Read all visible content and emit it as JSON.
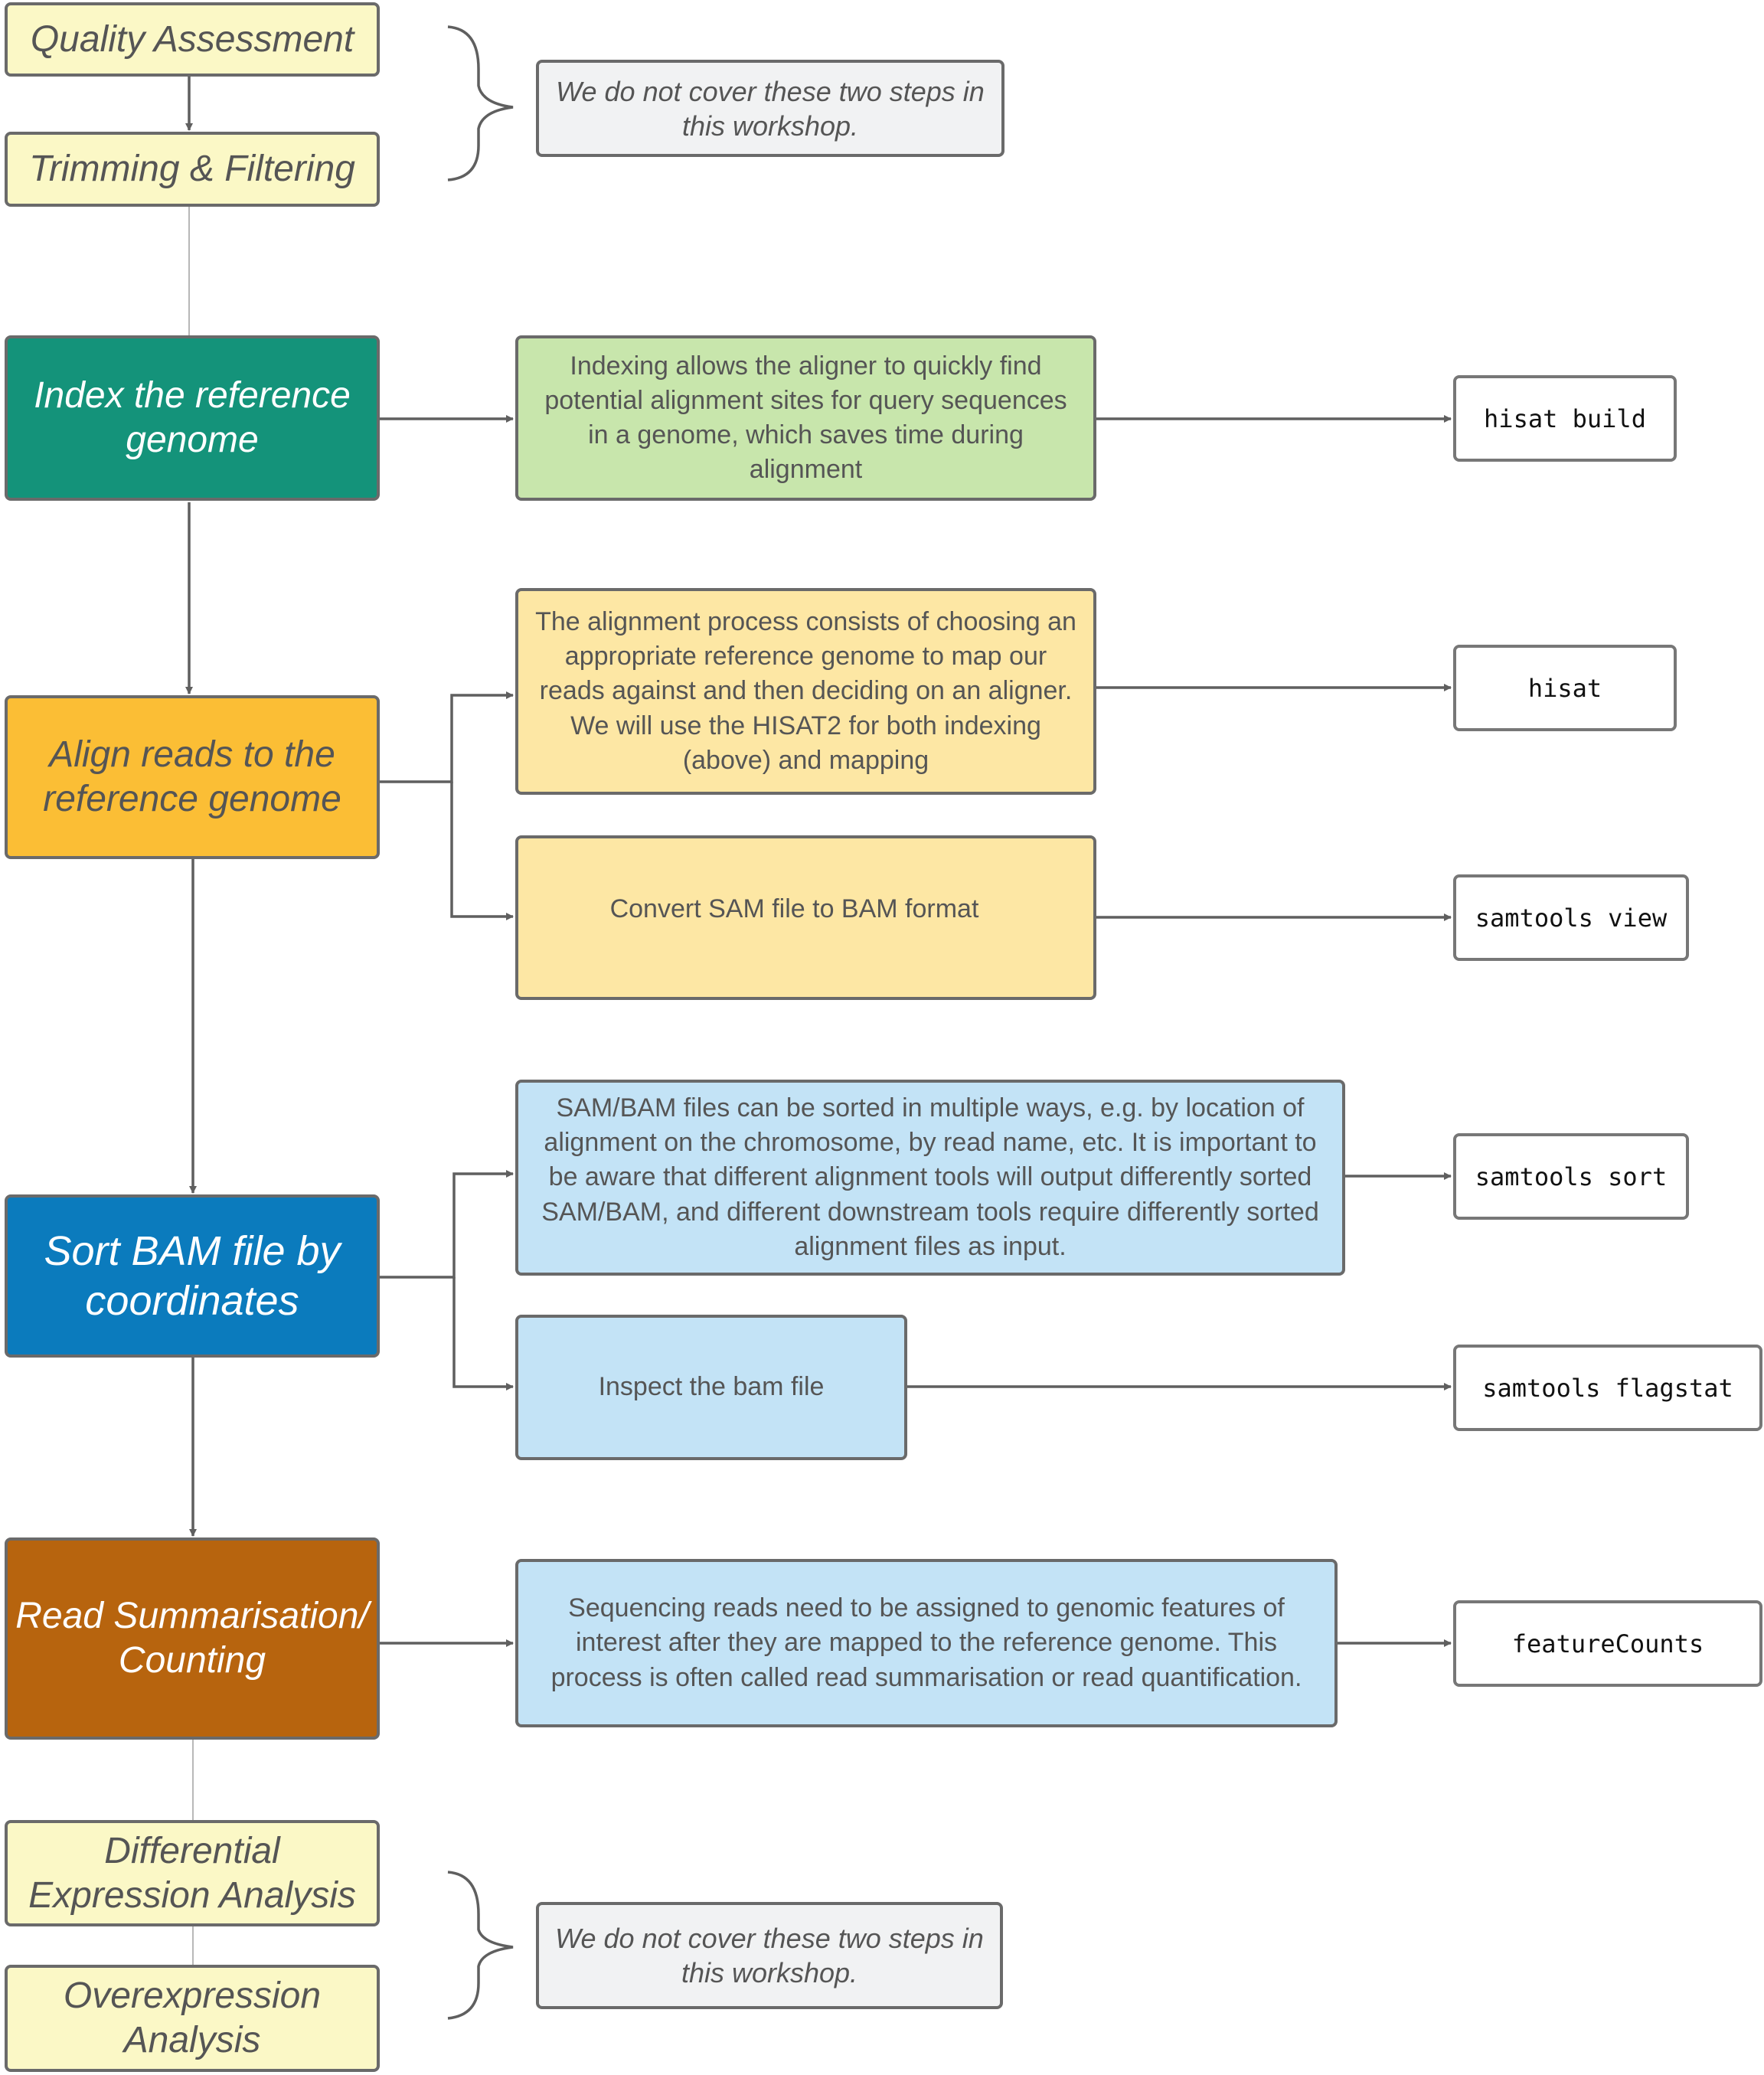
{
  "steps": {
    "quality": "Quality Assessment",
    "trimming": "Trimming & Filtering",
    "index": "Index the reference genome",
    "align": "Align reads to the reference genome",
    "sort": "Sort BAM file by coordinates",
    "count": "Read Summarisation/ Counting",
    "diffexp": "Differential Expression Analysis",
    "overexp": "Overexpression Analysis"
  },
  "notes": {
    "top": "We do not cover these two steps in this workshop.",
    "bottom": "We do not cover these two steps in this workshop."
  },
  "descriptions": {
    "index": "Indexing allows the aligner to quickly find potential alignment sites for query sequences in a genome, which saves time during alignment",
    "align": "The alignment process consists of choosing an appropriate reference genome to map our reads against and then deciding on an aligner. We will use the HISAT2 for both indexing (above) and mapping",
    "convert": "Convert SAM file to BAM format",
    "sort": "SAM/BAM files can be sorted in multiple ways, e.g. by location of alignment on the chromosome, by read name, etc. It is important to be aware that different alignment tools will output differently sorted SAM/BAM, and different downstream tools require differently sorted alignment files as input.",
    "inspect": "Inspect the bam file",
    "count": "Sequencing reads need to be assigned to genomic features of interest after they are mapped to the reference genome. This process is often called read summarisation or read quantification."
  },
  "tools": {
    "hisat_build": "hisat build",
    "hisat": "hisat",
    "samtools_view": "samtools view",
    "samtools_sort": "samtools sort",
    "samtools_flagstat": "samtools flagstat",
    "featurecounts": "featureCounts"
  },
  "colors": {
    "pale_yellow": "#fbf8c6",
    "teal": "#14937a",
    "amber": "#fbbe35",
    "blue": "#0b7bbd",
    "rust": "#b7640e",
    "desc_green": "#c8e6ac",
    "desc_yellow": "#fde7a4",
    "desc_blue": "#c3e3f6",
    "note_gray": "#f1f2f3",
    "line": "#5f5f5f"
  }
}
